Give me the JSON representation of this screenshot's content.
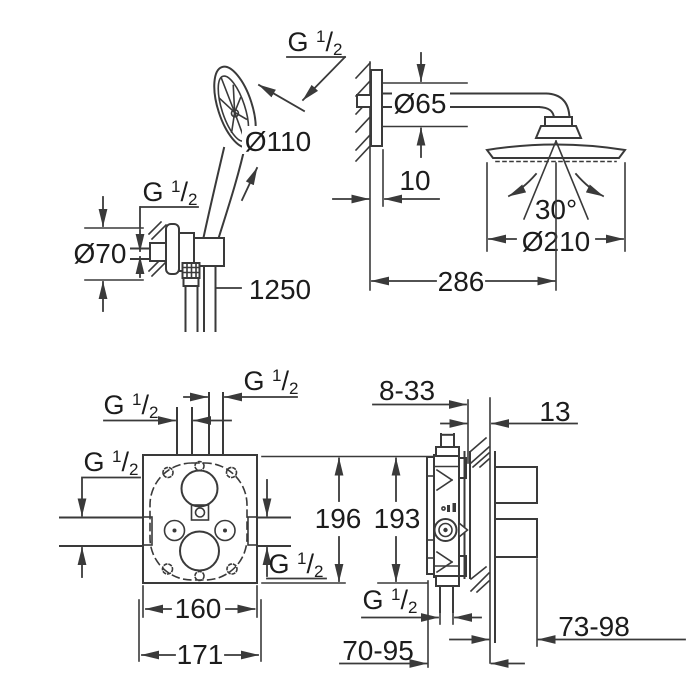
{
  "drawing": {
    "title_semantic": "shower-set-dimension-drawing",
    "colors": {
      "line": "#3a3a3a",
      "text": "#1c1c1c",
      "background": "#ffffff"
    },
    "hand_shower": {
      "thread": "G 1/2",
      "head_diameter": "Ø110",
      "holder_thread": "G 1/2",
      "rosette_diameter": "Ø70",
      "hose_length": "1250"
    },
    "head_shower": {
      "rosette_diameter": "Ø65",
      "wall_distance": "10",
      "swivel_angle": "30°",
      "head_diameter": "Ø210",
      "projection": "286"
    },
    "valve_front": {
      "inlet_top_right": "G 1/2",
      "inlet_top_left": "G 1/2",
      "outlet_left": "G 1/2",
      "outlet_right": "G 1/2",
      "height": "196",
      "body_width": "160",
      "plate_width": "171"
    },
    "valve_side": {
      "install_depth_range": "8-33",
      "wall_allowance": "13",
      "height": "193",
      "bottom_outlet": "G 1/2",
      "depth_range_body": "70-95",
      "depth_range_handle": "73-98"
    }
  }
}
